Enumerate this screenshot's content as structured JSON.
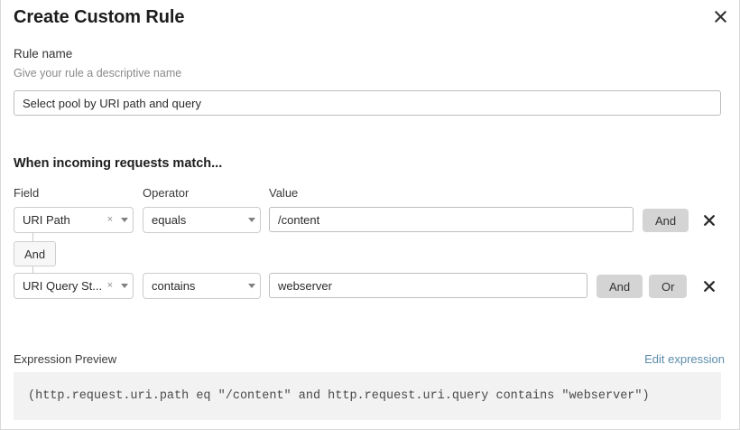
{
  "dialog": {
    "title": "Create Custom Rule",
    "close_icon": "close-icon"
  },
  "rule_name": {
    "label": "Rule name",
    "help": "Give your rule a descriptive name",
    "value": "Select pool by URI path and query",
    "placeholder": ""
  },
  "conditions": {
    "heading": "When incoming requests match...",
    "columns": {
      "field": "Field",
      "operator": "Operator",
      "value": "Value"
    },
    "connector": {
      "label": "And"
    },
    "rows": [
      {
        "field": "URI Path",
        "clear_icon": "×",
        "caret_icon": "chevron-down-icon",
        "operator": "equals",
        "value": "/content",
        "value_placeholder": "",
        "and_label": "And",
        "or_label": "",
        "delete_icon": "✕"
      },
      {
        "field": "URI Query St...",
        "clear_icon": "×",
        "caret_icon": "chevron-down-icon",
        "operator": "contains",
        "value": "webserver",
        "value_placeholder": "",
        "and_label": "And",
        "or_label": "Or",
        "delete_icon": "✕"
      }
    ]
  },
  "expression": {
    "label": "Expression Preview",
    "edit_link": "Edit expression",
    "text": "(http.request.uri.path eq \"/content\" and http.request.uri.query contains \"webserver\")"
  },
  "colors": {
    "accent_link": "#5b8cab",
    "button_gray": "#d4d4d4",
    "preview_bg": "#f2f2f2",
    "border": "#cccccc"
  }
}
